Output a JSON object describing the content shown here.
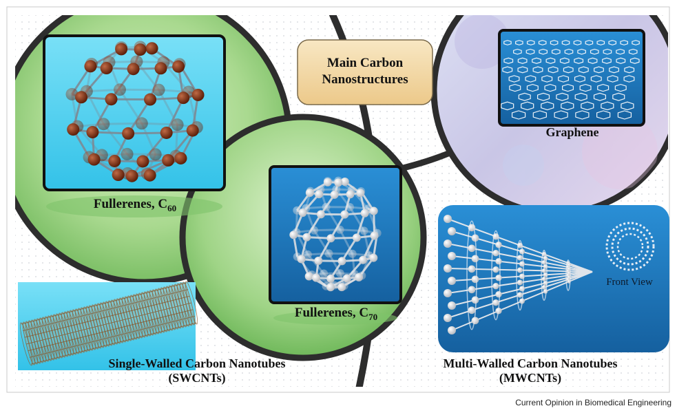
{
  "title": {
    "line1": "Main Carbon",
    "line2": "Nanostructures"
  },
  "panels": {
    "c60": {
      "label": "Fullerenes, C",
      "subscript": "60"
    },
    "c70": {
      "label": "Fullerenes, C",
      "subscript": "70"
    },
    "graphene": {
      "label": "Graphene"
    },
    "swcnt": {
      "line1": "Single-Walled Carbon Nanotubes",
      "line2": "(SWCNTs)"
    },
    "mwcnt": {
      "line1": "Multi-Walled Carbon Nanotubes",
      "line2": "(MWCNTs)",
      "inset": "Front View"
    }
  },
  "credit": "Current Opinion in Biomedical Engineering",
  "colors": {
    "bubble_green": "#a9d98f",
    "panel_cyan": "#5fd3f0",
    "panel_blue": "#1f7ec4",
    "carbon_brown": "#7a2e12",
    "title_box": "#f3d9a6",
    "dark_ring": "#2d2d2d"
  }
}
